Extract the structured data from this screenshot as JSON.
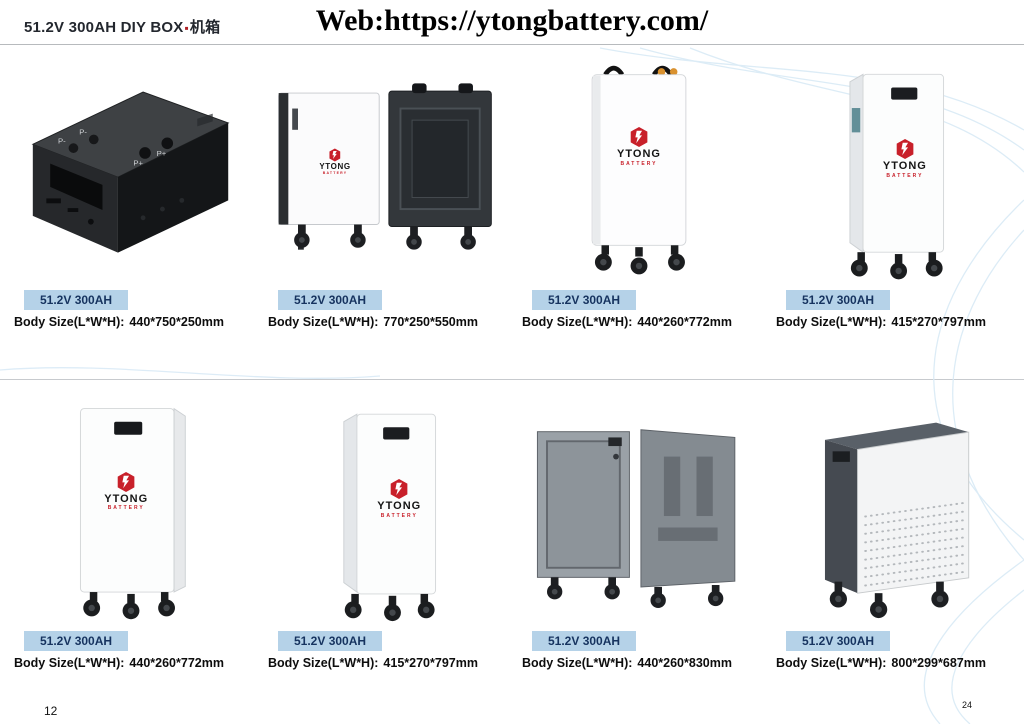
{
  "header": {
    "title": "51.2V 300AH DIY BOX",
    "bullet": "▪",
    "title_suffix": "机箱",
    "url": "Web:https://ytongbattery.com/"
  },
  "logo": {
    "brand": "YTONG",
    "sub": "BATTERY"
  },
  "colors": {
    "badge_bg": "#b5d2e8",
    "badge_text": "#16335f",
    "accent_red": "#c8202a"
  },
  "products": [
    {
      "label": "51.2V 300AH",
      "size_label": "Body Size(L*W*H):",
      "size_value": "440*750*250mm"
    },
    {
      "label": "51.2V 300AH",
      "size_label": "Body Size(L*W*H):",
      "size_value": "770*250*550mm"
    },
    {
      "label": "51.2V 300AH",
      "size_label": "Body Size(L*W*H):",
      "size_value": "440*260*772mm"
    },
    {
      "label": "51.2V 300AH",
      "size_label": "Body Size(L*W*H):",
      "size_value": "415*270*797mm"
    },
    {
      "label": "51.2V 300AH",
      "size_label": "Body Size(L*W*H):",
      "size_value": "440*260*772mm"
    },
    {
      "label": "51.2V 300AH",
      "size_label": "Body Size(L*W*H):",
      "size_value": "415*270*797mm"
    },
    {
      "label": "51.2V 300AH",
      "size_label": "Body Size(L*W*H):",
      "size_value": "440*260*830mm"
    },
    {
      "label": "51.2V 300AH",
      "size_label": "Body Size(L*W*H):",
      "size_value": "800*299*687mm"
    }
  ],
  "footer": {
    "page_left": "12",
    "page_right": "24"
  }
}
